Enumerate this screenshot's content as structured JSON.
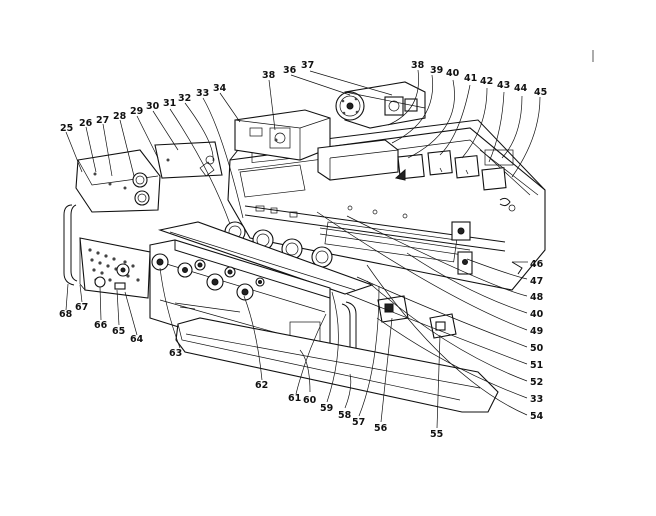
{
  "diagram": {
    "callouts": [
      {
        "id": "c25",
        "label": "25"
      },
      {
        "id": "c26",
        "label": "26"
      },
      {
        "id": "c27",
        "label": "27"
      },
      {
        "id": "c28",
        "label": "28"
      },
      {
        "id": "c29",
        "label": "29"
      },
      {
        "id": "c30",
        "label": "30"
      },
      {
        "id": "c31",
        "label": "31"
      },
      {
        "id": "c32",
        "label": "32"
      },
      {
        "id": "c33a",
        "label": "33"
      },
      {
        "id": "c34",
        "label": "34"
      },
      {
        "id": "c35",
        "label": "38"
      },
      {
        "id": "c36",
        "label": "36"
      },
      {
        "id": "c37",
        "label": "37"
      },
      {
        "id": "c38",
        "label": "38"
      },
      {
        "id": "c39",
        "label": "39"
      },
      {
        "id": "c40a",
        "label": "40"
      },
      {
        "id": "c41",
        "label": "41"
      },
      {
        "id": "c42",
        "label": "42"
      },
      {
        "id": "c43",
        "label": "43"
      },
      {
        "id": "c44",
        "label": "44"
      },
      {
        "id": "c45",
        "label": "45"
      },
      {
        "id": "c46",
        "label": "46"
      },
      {
        "id": "c47",
        "label": "47"
      },
      {
        "id": "c48",
        "label": "48"
      },
      {
        "id": "c40b",
        "label": "40"
      },
      {
        "id": "c49",
        "label": "49"
      },
      {
        "id": "c50",
        "label": "50"
      },
      {
        "id": "c51",
        "label": "51"
      },
      {
        "id": "c52",
        "label": "52"
      },
      {
        "id": "c33b",
        "label": "33"
      },
      {
        "id": "c54",
        "label": "54"
      },
      {
        "id": "c55",
        "label": "55"
      },
      {
        "id": "c56",
        "label": "56"
      },
      {
        "id": "c57",
        "label": "57"
      },
      {
        "id": "c58",
        "label": "58"
      },
      {
        "id": "c59",
        "label": "59"
      },
      {
        "id": "c60",
        "label": "60"
      },
      {
        "id": "c61",
        "label": "61"
      },
      {
        "id": "c62",
        "label": "62"
      },
      {
        "id": "c63",
        "label": "63"
      },
      {
        "id": "c64",
        "label": "64"
      },
      {
        "id": "c65",
        "label": "65"
      },
      {
        "id": "c66",
        "label": "66"
      },
      {
        "id": "c67",
        "label": "67"
      },
      {
        "id": "c68",
        "label": "68"
      }
    ]
  }
}
